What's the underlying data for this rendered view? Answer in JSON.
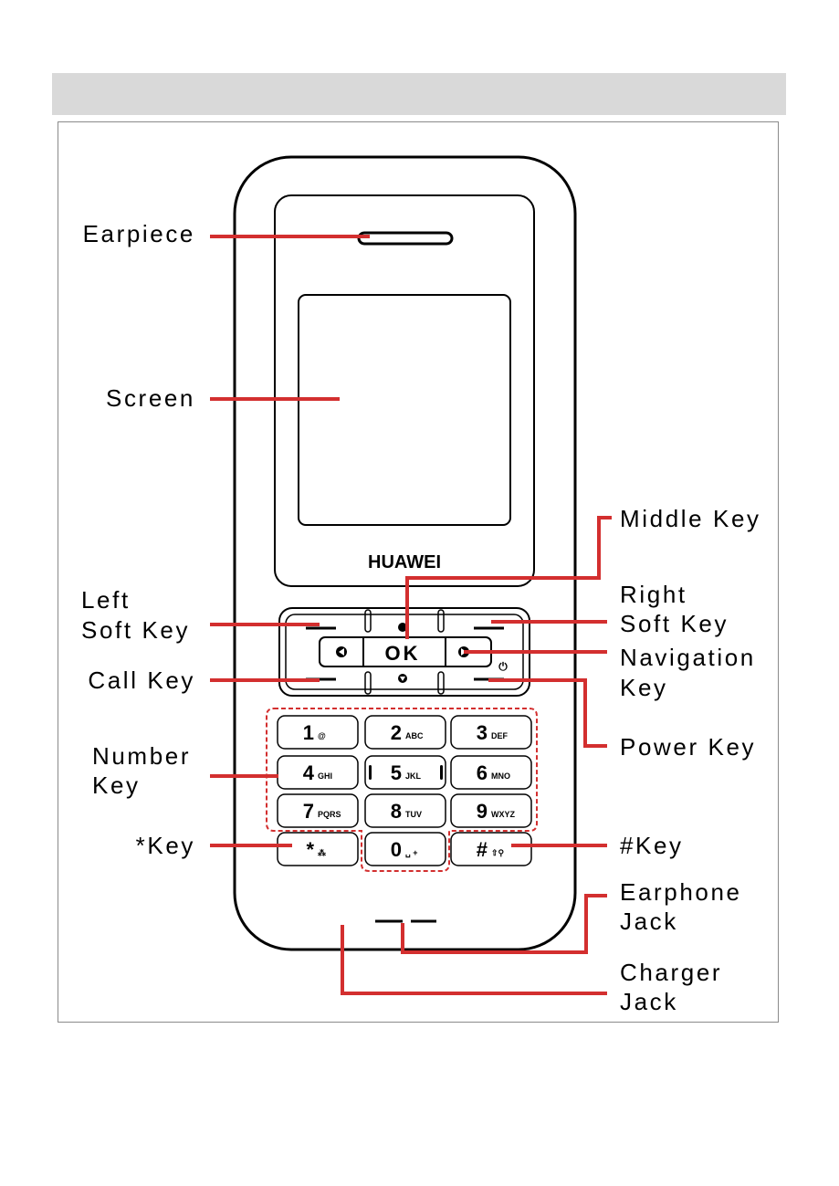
{
  "labels": {
    "earpiece": "Earpiece",
    "screen": "Screen",
    "middle_key": "Middle Key",
    "left_soft_key": [
      "Left",
      "Soft Key"
    ],
    "right_soft_key": [
      "Right",
      "Soft Key"
    ],
    "navigation_key": [
      "Navigation",
      "Key"
    ],
    "call_key": "Call Key",
    "power_key": "Power Key",
    "number_key": [
      "Number",
      "Key"
    ],
    "star_key": "*Key",
    "hash_key": "#Key",
    "earphone_jack": [
      "Earphone",
      "Jack"
    ],
    "charger_jack": [
      "Charger",
      "Jack"
    ]
  },
  "phone": {
    "brand": "HUAWEI",
    "ok_key": "OK",
    "keys": [
      {
        "digit": "1",
        "sub": "@"
      },
      {
        "digit": "2",
        "sub": "ABC"
      },
      {
        "digit": "3",
        "sub": "DEF"
      },
      {
        "digit": "4",
        "sub": "GHI"
      },
      {
        "digit": "5",
        "sub": "JKL"
      },
      {
        "digit": "6",
        "sub": "MNO"
      },
      {
        "digit": "7",
        "sub": "PQRS"
      },
      {
        "digit": "8",
        "sub": "TUV"
      },
      {
        "digit": "9",
        "sub": "WXYZ"
      },
      {
        "digit": "*",
        "sub": "⁂"
      },
      {
        "digit": "0",
        "sub": "␣ +"
      },
      {
        "digit": "#",
        "sub": "⇧⚲"
      }
    ]
  },
  "colors": {
    "leader": "#d32f2f",
    "header_bar": "#d9d9d9",
    "outline": "#000000"
  }
}
